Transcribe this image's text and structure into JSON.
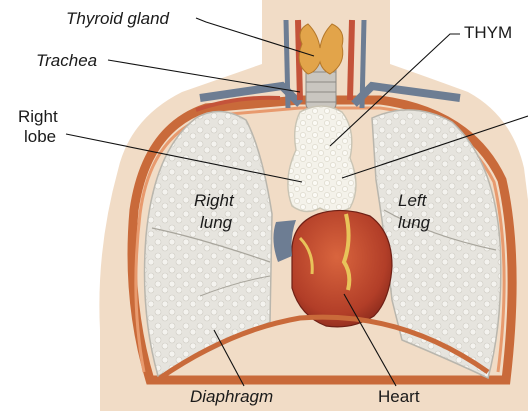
{
  "labels": {
    "thyroid_gland": "Thyroid gland",
    "thymus": "THYM",
    "trachea": "Trachea",
    "right_lobe_line1": "Right",
    "right_lobe_line2": "lobe",
    "right_lung_line1": "Right",
    "right_lung_line2": "lung",
    "left_lung_line1": "Left",
    "left_lung_line2": "lung",
    "diaphragm": "Diaphragm",
    "heart": "Heart"
  },
  "colors": {
    "skin": "#f1dcc6",
    "ribs": "#c96a3a",
    "lung": "#e4e2dc",
    "thymus": "#f1efe6",
    "heart": "#b8432a",
    "thyroid": "#e2a44a",
    "vein": "#6d7d93",
    "artery": "#c4533a"
  }
}
